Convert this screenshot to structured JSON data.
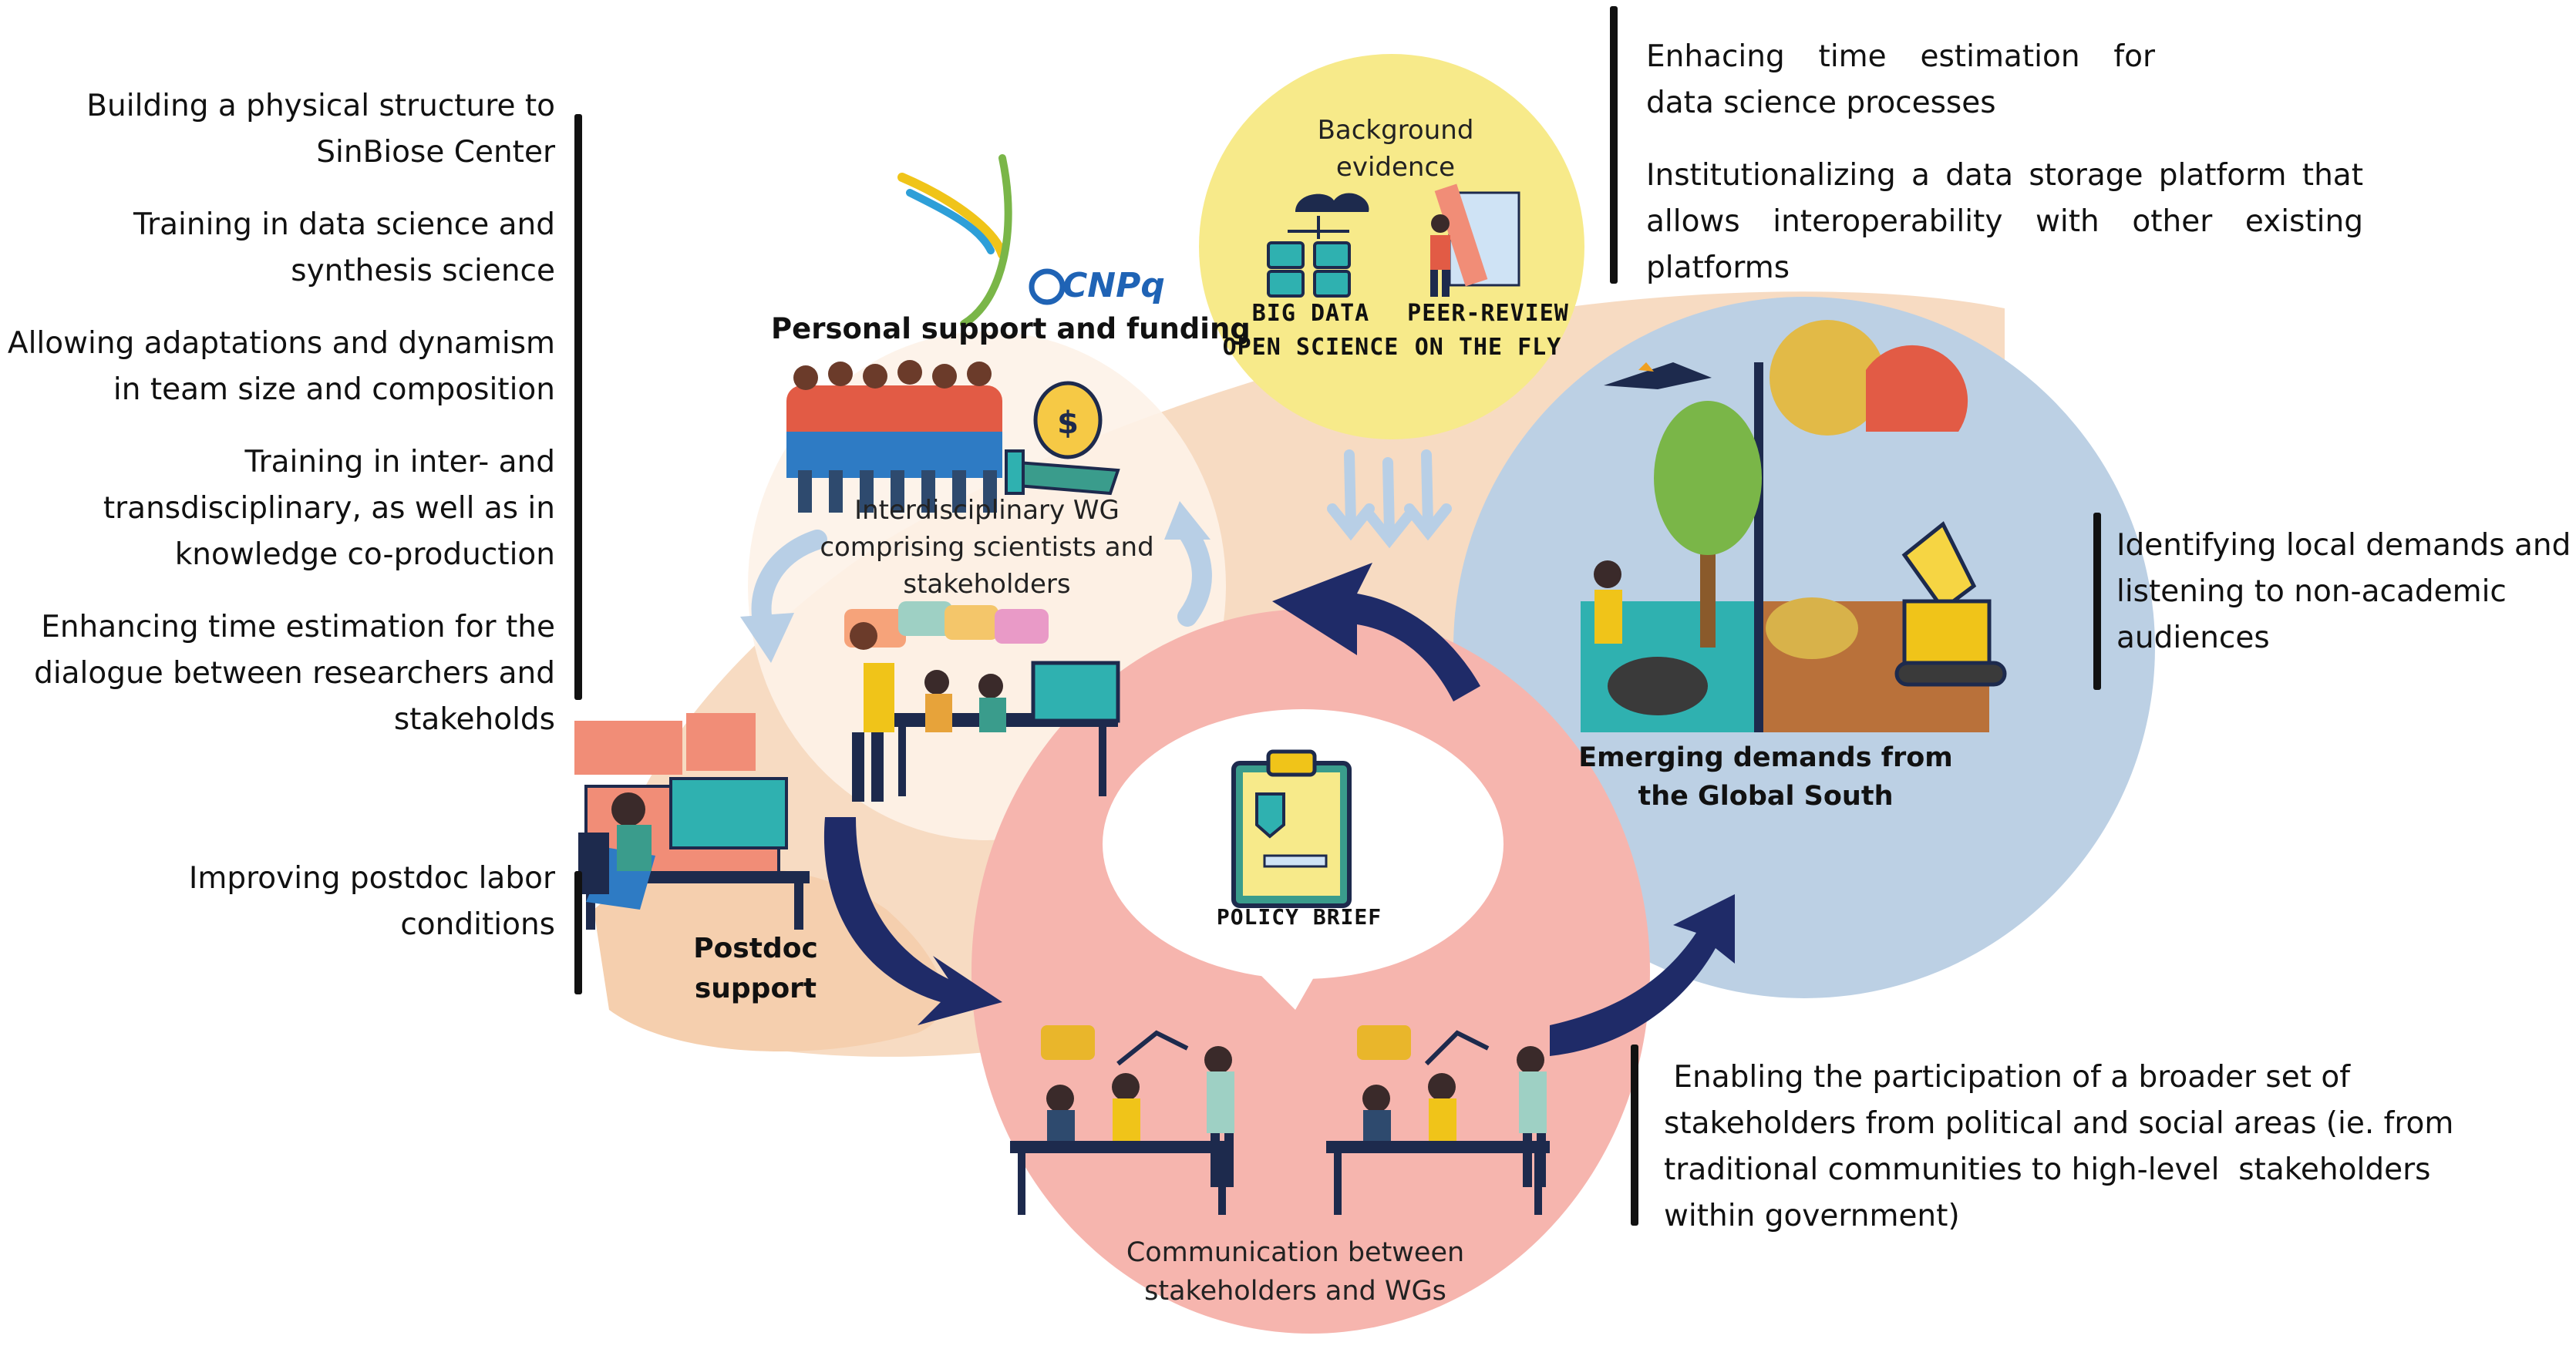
{
  "colors": {
    "peach": "#f7d9bf",
    "pink": "#f6b7b1",
    "blue": "#b9cde0",
    "yellow": "#f7ea8a",
    "navy": "#1f2b68",
    "light_arrow": "#b8cfe6"
  },
  "left_notes": [
    "Building a physical structure to SinBiose Center",
    "Training in data science and synthesis science",
    "Allowing adaptations and dynamism in team size and composition",
    "Training in  inter- and transdisciplinary, as well as in knowledge co-production",
    "Enhancing time estimation for the dialogue between researchers and stakeholds"
  ],
  "left_note_postdoc": "Improving postdoc labor conditions",
  "top_right_notes": [
    "Enhacing time estimation for data science processes",
    "Institutionalizing a data storage platform that allows interoperability with other existing platforms"
  ],
  "right_note": "Identifying local demands and listening to non-academic audiences",
  "bottom_right_note": " Enabling the participation of a broader set of stakeholders from political and social areas (ie. from traditional communities to high-level  stakeholders within government)",
  "funding": {
    "title": "Personal support and funding",
    "logo_text": "CNPq"
  },
  "wg": {
    "caption": "Interdisciplinary WG comprising scientists and stakeholders"
  },
  "background": {
    "title": "Background evidence",
    "item1": "BIG DATA OPEN SCIENCE",
    "item2": "PEER-REVIEW ON THE FLY"
  },
  "emerging": {
    "title": "Emerging demands from the Global South"
  },
  "postdoc": {
    "title": "Postdoc support"
  },
  "communication": {
    "title": "Communication between stakeholders and WGs",
    "policy": "POLICY BRIEF"
  }
}
